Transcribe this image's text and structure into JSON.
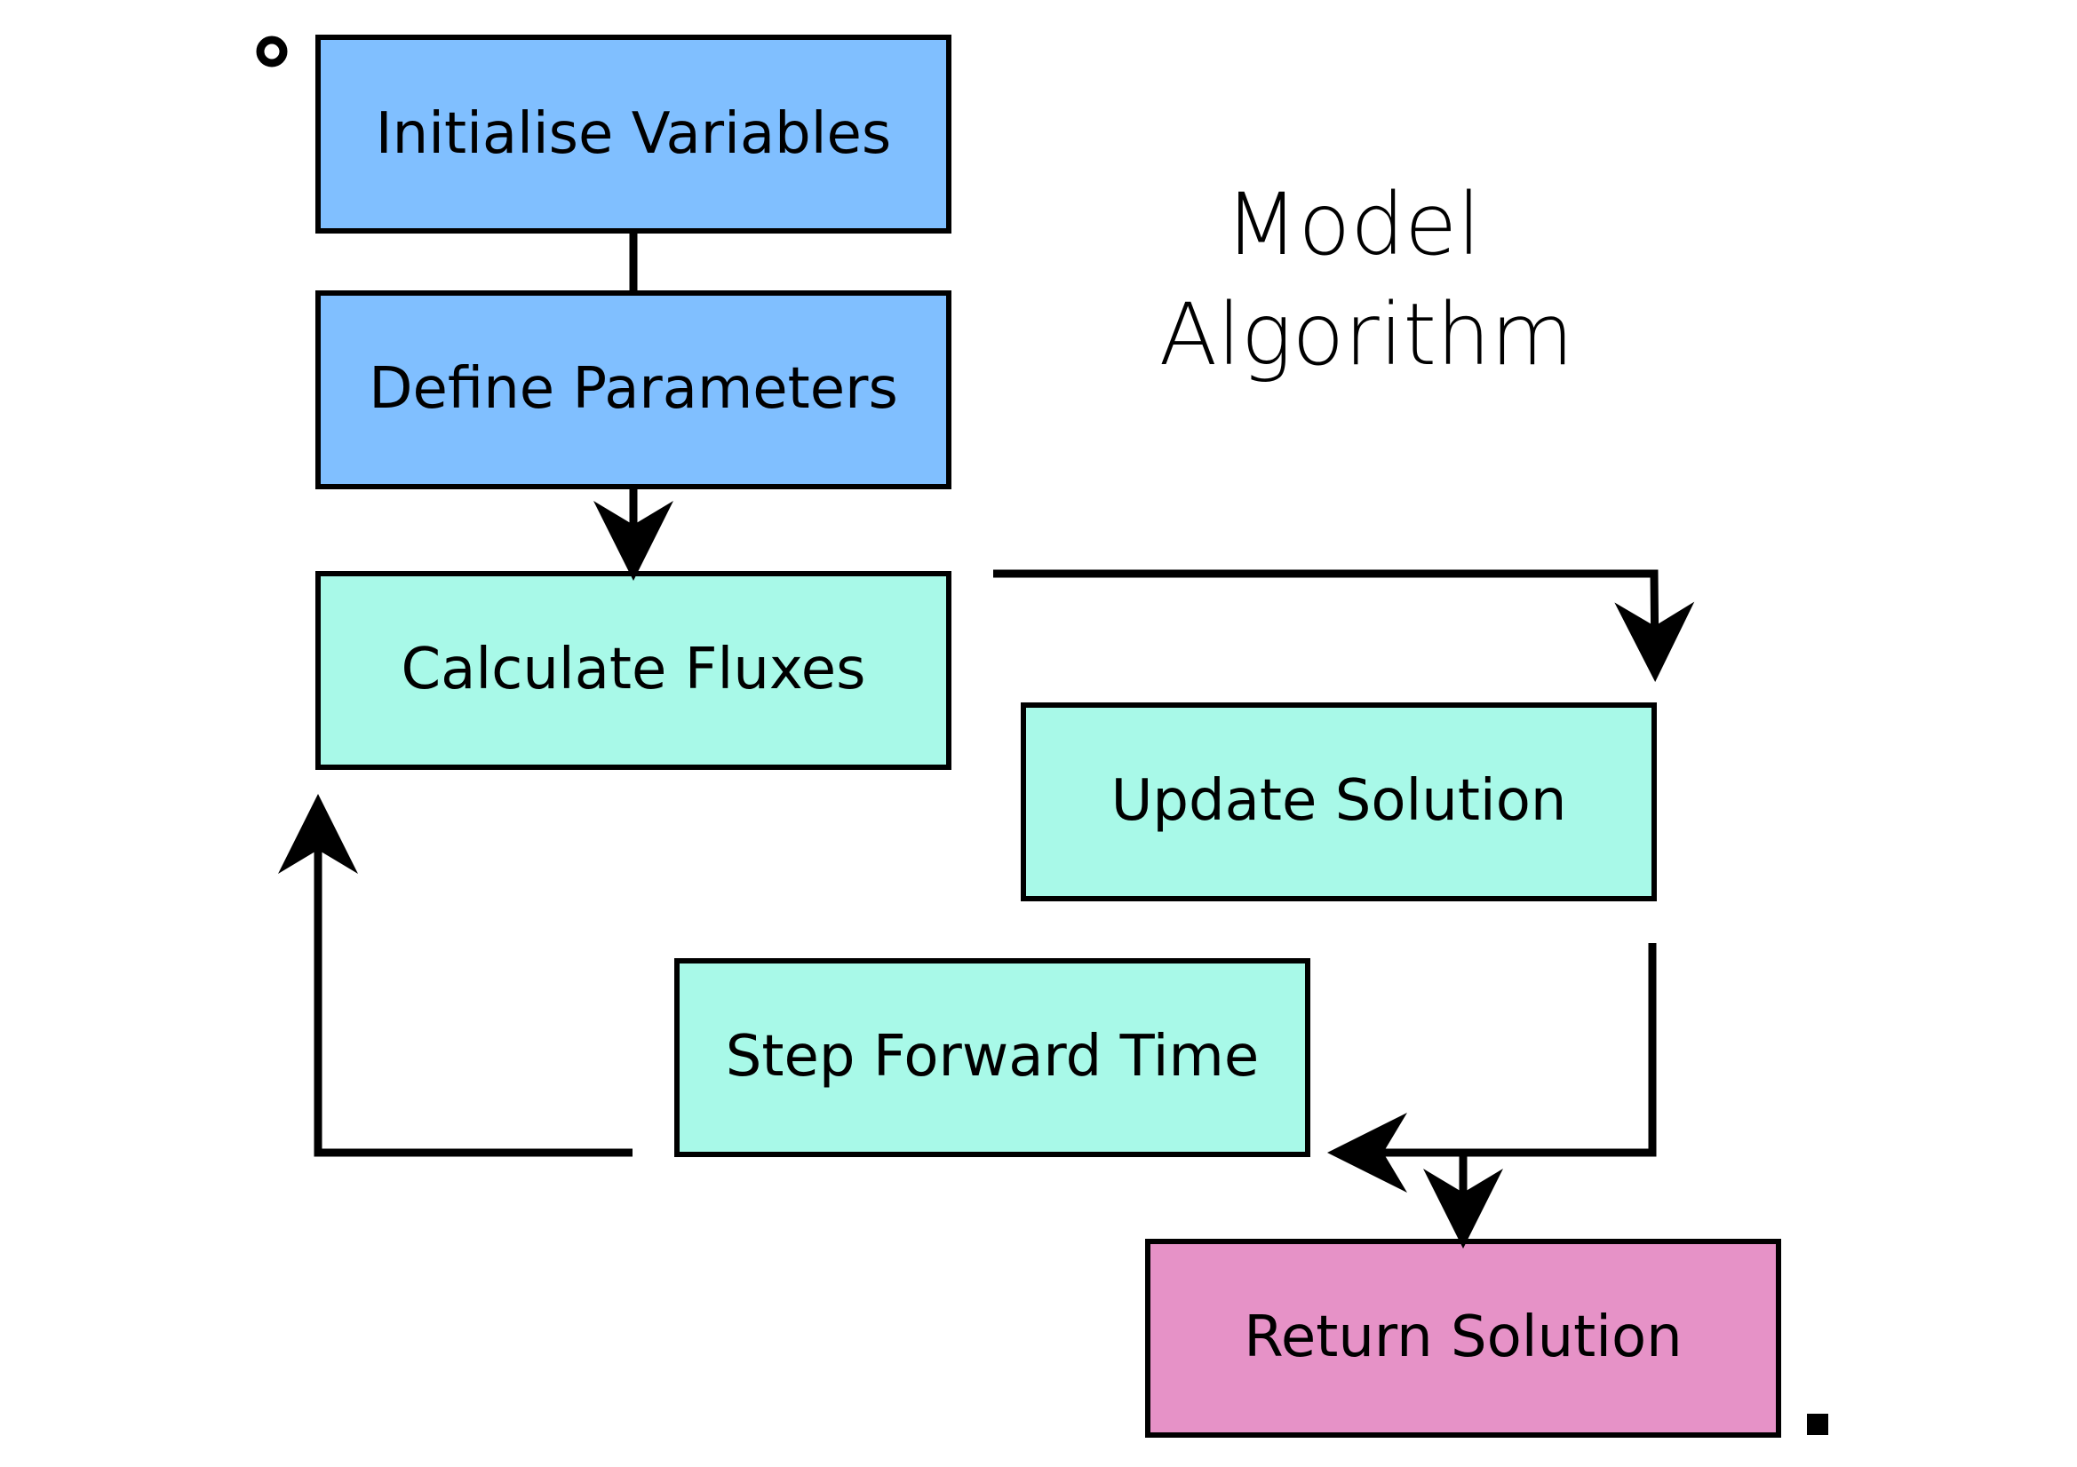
{
  "diagram": {
    "title_lines": [
      "Model",
      "Algorithm"
    ],
    "colors": {
      "setup": "#80bfff",
      "loop": "#a8f9e8",
      "output": "#e692c7",
      "stroke": "#000000"
    },
    "nodes": {
      "initialise": "Initialise Variables",
      "define": "Define Parameters",
      "fluxes": "Calculate Fluxes",
      "update": "Update Solution",
      "step": "Step Forward Time",
      "return": "Return Solution"
    }
  }
}
